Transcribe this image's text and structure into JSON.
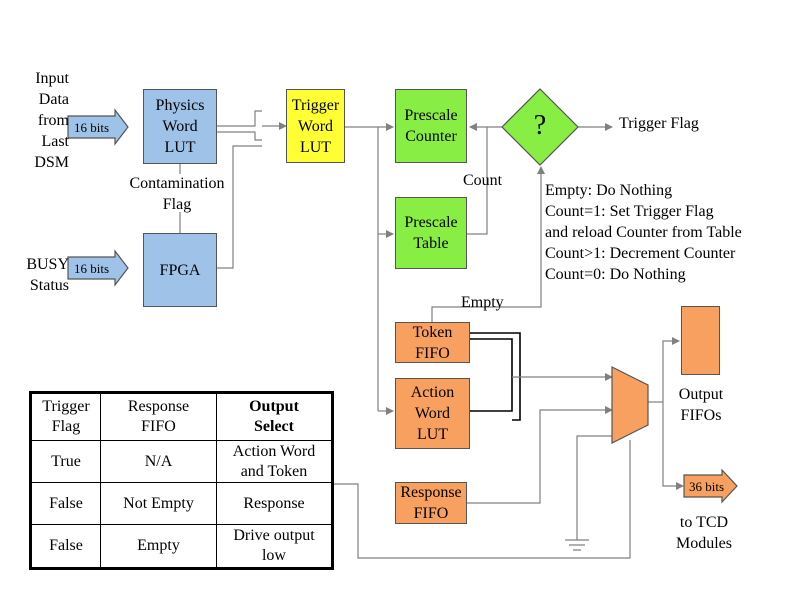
{
  "inputs": {
    "input_data": "Input\nData\nfrom\nLast\nDSM",
    "busy_status": "BUSY\nStatus",
    "bits_16_a": "16 bits",
    "bits_16_b": "16 bits"
  },
  "blocks": {
    "physics_lut": "Physics\nWord\nLUT",
    "fpga": "FPGA",
    "trigger_lut": "Trigger\nWord\nLUT",
    "prescale_counter": "Prescale\nCounter",
    "prescale_table": "Prescale\nTable",
    "decision": "?",
    "token_fifo": "Token\nFIFO",
    "action_lut": "Action\nWord\nLUT",
    "response_fifo": "Response\nFIFO"
  },
  "labels": {
    "contamination_flag": "Contamination\nFlag",
    "count": "Count",
    "empty": "Empty",
    "trigger_flag": "Trigger Flag",
    "rules": "Empty: Do Nothing\nCount=1: Set Trigger Flag\nand reload Counter from Table\nCount>1: Decrement Counter\nCount=0: Do Nothing",
    "output_fifos": "Output\nFIFOs",
    "bits_36": "36 bits",
    "to_tcd": "to TCD\nModules"
  },
  "table": {
    "headers": [
      "Trigger\nFlag",
      "Response\nFIFO",
      "Output\nSelect"
    ],
    "rows": [
      [
        "True",
        "N/A",
        "Action Word\nand Token"
      ],
      [
        "False",
        "Not Empty",
        "Response"
      ],
      [
        "False",
        "Empty",
        "Drive output\nlow"
      ]
    ]
  },
  "colors": {
    "blue": "#9fc2e8",
    "yellow": "#ffff33",
    "green": "#88ee44",
    "orange": "#f8a060",
    "wire": "#808080"
  }
}
